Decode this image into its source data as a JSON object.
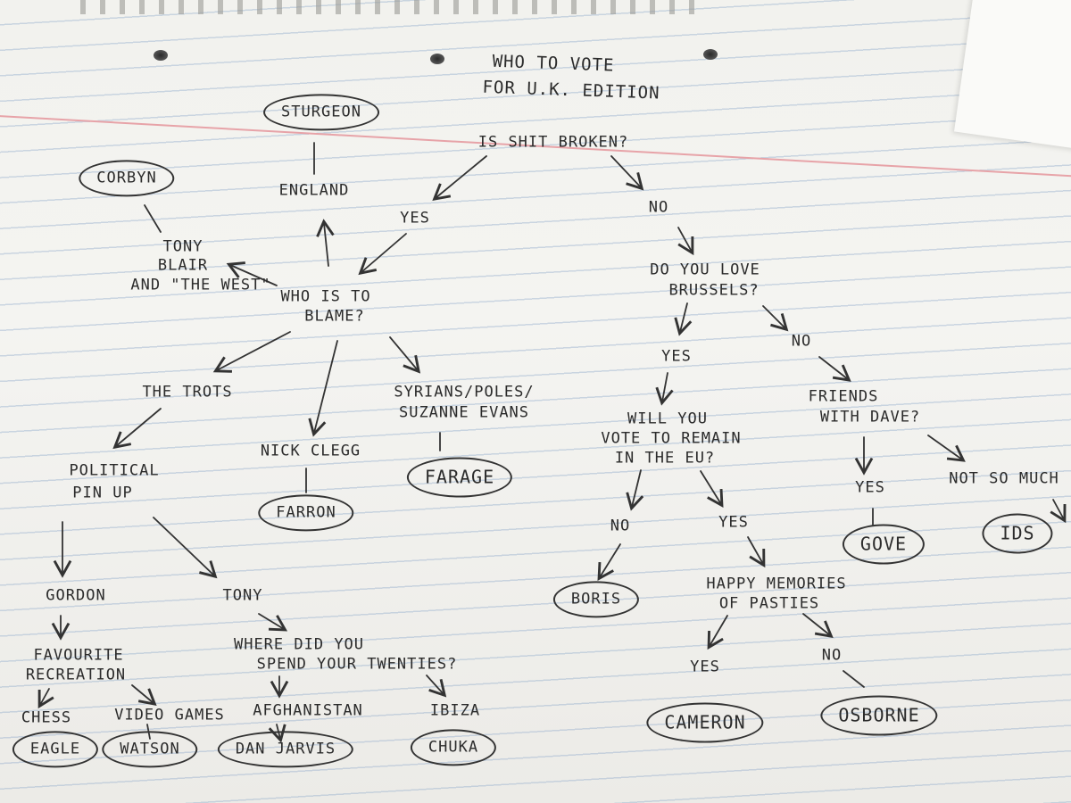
{
  "title": {
    "line1": "WHO TO VOTE",
    "line2": "FOR U.K. EDITION"
  },
  "nodes": {
    "q_broken": "IS SHIT BROKEN?",
    "yes1": "YES",
    "no1": "NO",
    "q_blame_1": "WHO IS TO",
    "q_blame_2": "BLAME?",
    "england": "ENGLAND",
    "sturgeon": "STURGEON",
    "tony_blair_1": "TONY",
    "tony_blair_2": "BLAIR",
    "tony_blair_3": "AND \"THE WEST\"",
    "corbyn": "CORBYN",
    "trots": "THE TROTS",
    "pinup_1": "POLITICAL",
    "pinup_2": "PIN UP",
    "gordon": "GORDON",
    "recreation_1": "FAVOURITE",
    "recreation_2": "RECREATION",
    "chess": "CHESS",
    "video_games": "VIDEO GAMES",
    "eagle": "EAGLE",
    "watson": "WATSON",
    "tony": "TONY",
    "twenties_1": "WHERE DID YOU",
    "twenties_2": "SPEND YOUR TWENTIES?",
    "afghanistan": "AFGHANISTAN",
    "ibiza": "IBIZA",
    "dan_jarvis": "DAN JARVIS",
    "chuka": "CHUKA",
    "nick_clegg": "NICK CLEGG",
    "farron": "FARRON",
    "syrians_1": "SYRIANS/POLES/",
    "syrians_2": "SUZANNE EVANS",
    "farage": "FARAGE",
    "brussels_1": "DO YOU LOVE",
    "brussels_2": "BRUSSELS?",
    "yes2": "YES",
    "no2": "NO",
    "remain_1": "WILL YOU",
    "remain_2": "VOTE TO REMAIN",
    "remain_3": "IN THE EU?",
    "no3": "NO",
    "yes3": "YES",
    "boris": "BORIS",
    "pasties_1": "HAPPY MEMORIES",
    "pasties_2": "OF PASTIES",
    "yes4": "YES",
    "no4": "NO",
    "cameron": "CAMERON",
    "osborne": "OSBORNE",
    "dave_1": "FRIENDS",
    "dave_2": "WITH DAVE?",
    "yes5": "YES",
    "not_so_much": "NOT SO MUCH",
    "gove": "GOVE",
    "ids": "IDS"
  }
}
